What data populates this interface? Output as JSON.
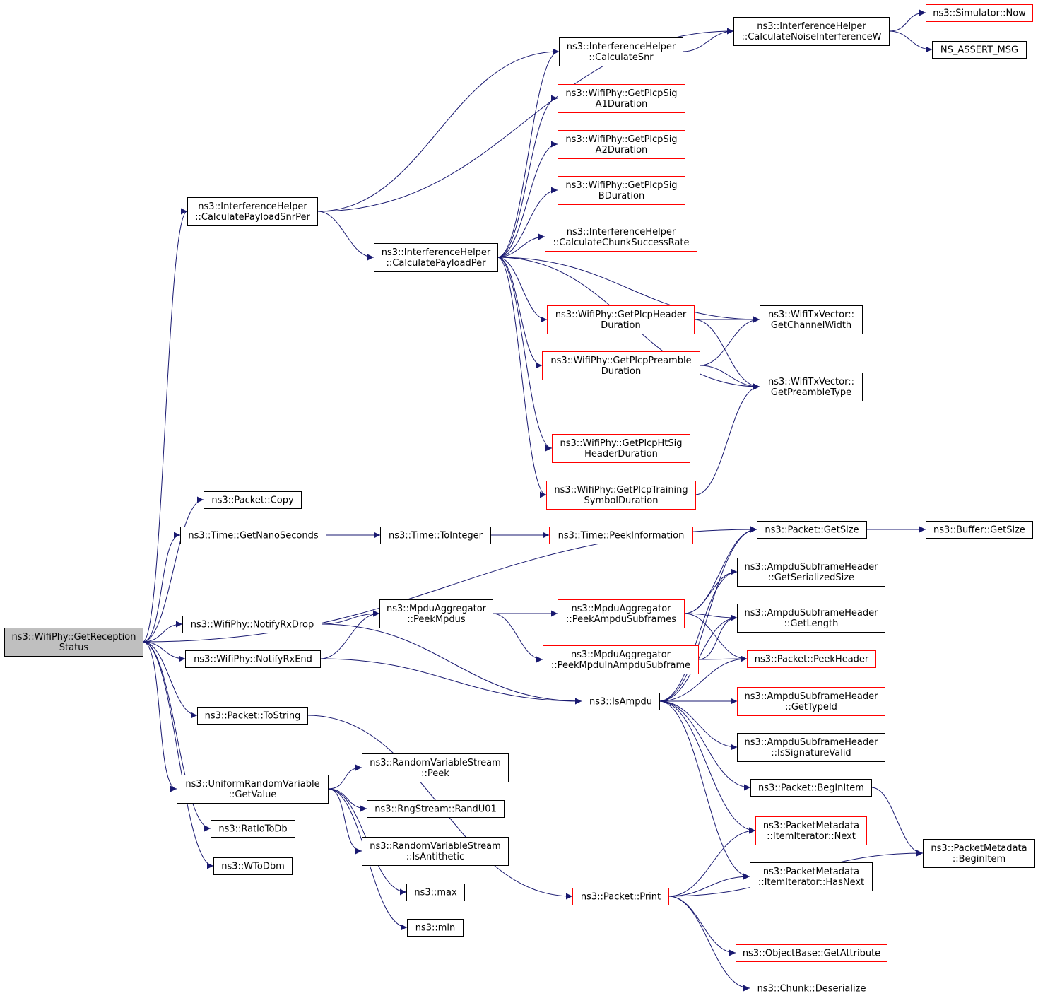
{
  "diagram": {
    "nodes": [
      {
        "id": "root",
        "lines": [
          "ns3::WifiPhy::GetReception",
          "Status"
        ],
        "border": "black",
        "root": true
      },
      {
        "id": "calcPayloadSnrPer",
        "lines": [
          "ns3::InterferenceHelper",
          "::CalculatePayloadSnrPer"
        ],
        "border": "black"
      },
      {
        "id": "calcSnr",
        "lines": [
          "ns3::InterferenceHelper",
          "::CalculateSnr"
        ],
        "border": "black"
      },
      {
        "id": "calcNoiseW",
        "lines": [
          "ns3::InterferenceHelper",
          "::CalculateNoiseInterferenceW"
        ],
        "border": "black"
      },
      {
        "id": "simNow",
        "lines": [
          "ns3::Simulator::Now"
        ],
        "border": "red"
      },
      {
        "id": "nsAssert",
        "lines": [
          "NS_ASSERT_MSG"
        ],
        "border": "black"
      },
      {
        "id": "sigA1",
        "lines": [
          "ns3::WifiPhy::GetPlcpSig",
          "A1Duration"
        ],
        "border": "red"
      },
      {
        "id": "sigA2",
        "lines": [
          "ns3::WifiPhy::GetPlcpSig",
          "A2Duration"
        ],
        "border": "red"
      },
      {
        "id": "sigB",
        "lines": [
          "ns3::WifiPhy::GetPlcpSig",
          "BDuration"
        ],
        "border": "red"
      },
      {
        "id": "chunkRate",
        "lines": [
          "ns3::InterferenceHelper",
          "::CalculateChunkSuccessRate"
        ],
        "border": "red"
      },
      {
        "id": "calcPayloadPer",
        "lines": [
          "ns3::InterferenceHelper",
          "::CalculatePayloadPer"
        ],
        "border": "black"
      },
      {
        "id": "plcpHeader",
        "lines": [
          "ns3::WifiPhy::GetPlcpHeader",
          "Duration"
        ],
        "border": "red"
      },
      {
        "id": "channelWidth",
        "lines": [
          "ns3::WifiTxVector::",
          "GetChannelWidth"
        ],
        "border": "black"
      },
      {
        "id": "plcpPreamble",
        "lines": [
          "ns3::WifiPhy::GetPlcpPreamble",
          "Duration"
        ],
        "border": "red"
      },
      {
        "id": "preambleType",
        "lines": [
          "ns3::WifiTxVector::",
          "GetPreambleType"
        ],
        "border": "black"
      },
      {
        "id": "plcpHtSig",
        "lines": [
          "ns3::WifiPhy::GetPlcpHtSig",
          "HeaderDuration"
        ],
        "border": "red"
      },
      {
        "id": "plcpTraining",
        "lines": [
          "ns3::WifiPhy::GetPlcpTraining",
          "SymbolDuration"
        ],
        "border": "red"
      },
      {
        "id": "packetCopy",
        "lines": [
          "ns3::Packet::Copy"
        ],
        "border": "black"
      },
      {
        "id": "getNanoSeconds",
        "lines": [
          "ns3::Time::GetNanoSeconds"
        ],
        "border": "black"
      },
      {
        "id": "toInteger",
        "lines": [
          "ns3::Time::ToInteger"
        ],
        "border": "black"
      },
      {
        "id": "peekInformation",
        "lines": [
          "ns3::Time::PeekInformation"
        ],
        "border": "red"
      },
      {
        "id": "packetGetSize",
        "lines": [
          "ns3::Packet::GetSize"
        ],
        "border": "black"
      },
      {
        "id": "bufferGetSize",
        "lines": [
          "ns3::Buffer::GetSize"
        ],
        "border": "black"
      },
      {
        "id": "serializedSize",
        "lines": [
          "ns3::AmpduSubframeHeader",
          "::GetSerializedSize"
        ],
        "border": "black"
      },
      {
        "id": "notifyRxDrop",
        "lines": [
          "ns3::WifiPhy::NotifyRxDrop"
        ],
        "border": "black"
      },
      {
        "id": "peekMpdus",
        "lines": [
          "ns3::MpduAggregator",
          "::PeekMpdus"
        ],
        "border": "black"
      },
      {
        "id": "peekAmpduSubframes",
        "lines": [
          "ns3::MpduAggregator",
          "::PeekAmpduSubframes"
        ],
        "border": "red"
      },
      {
        "id": "getLength",
        "lines": [
          "ns3::AmpduSubframeHeader",
          "::GetLength"
        ],
        "border": "black"
      },
      {
        "id": "notifyRxEnd",
        "lines": [
          "ns3::WifiPhy::NotifyRxEnd"
        ],
        "border": "black"
      },
      {
        "id": "peekMpduInAmpdu",
        "lines": [
          "ns3::MpduAggregator",
          "::PeekMpduInAmpduSubframe"
        ],
        "border": "red"
      },
      {
        "id": "peekHeader",
        "lines": [
          "ns3::Packet::PeekHeader"
        ],
        "border": "red"
      },
      {
        "id": "isAmpdu",
        "lines": [
          "ns3::IsAmpdu"
        ],
        "border": "black"
      },
      {
        "id": "getTypeId",
        "lines": [
          "ns3::AmpduSubframeHeader",
          "::GetTypeId"
        ],
        "border": "red"
      },
      {
        "id": "packetToString",
        "lines": [
          "ns3::Packet::ToString"
        ],
        "border": "black"
      },
      {
        "id": "sigValid",
        "lines": [
          "ns3::AmpduSubframeHeader",
          "::IsSignatureValid"
        ],
        "border": "black"
      },
      {
        "id": "rvsPeek",
        "lines": [
          "ns3::RandomVariableStream",
          "::Peek"
        ],
        "border": "black"
      },
      {
        "id": "uniformGetValue",
        "lines": [
          "ns3::UniformRandomVariable",
          "::GetValue"
        ],
        "border": "black"
      },
      {
        "id": "beginItem",
        "lines": [
          "ns3::Packet::BeginItem"
        ],
        "border": "black"
      },
      {
        "id": "randU01",
        "lines": [
          "ns3::RngStream::RandU01"
        ],
        "border": "black"
      },
      {
        "id": "ratioToDb",
        "lines": [
          "ns3::RatioToDb"
        ],
        "border": "black"
      },
      {
        "id": "itemNext",
        "lines": [
          "ns3::PacketMetadata",
          "::ItemIterator::Next"
        ],
        "border": "red"
      },
      {
        "id": "rvsAntithetic",
        "lines": [
          "ns3::RandomVariableStream",
          "::IsAntithetic"
        ],
        "border": "black"
      },
      {
        "id": "metaBeginItem",
        "lines": [
          "ns3::PacketMetadata",
          "::BeginItem"
        ],
        "border": "black"
      },
      {
        "id": "wToDbm",
        "lines": [
          "ns3::WToDbm"
        ],
        "border": "black"
      },
      {
        "id": "hasNext",
        "lines": [
          "ns3::PacketMetadata",
          "::ItemIterator::HasNext"
        ],
        "border": "black"
      },
      {
        "id": "nsMax",
        "lines": [
          "ns3::max"
        ],
        "border": "black"
      },
      {
        "id": "packetPrint",
        "lines": [
          "ns3::Packet::Print"
        ],
        "border": "red"
      },
      {
        "id": "nsMin",
        "lines": [
          "ns3::min"
        ],
        "border": "black"
      },
      {
        "id": "getAttribute",
        "lines": [
          "ns3::ObjectBase::GetAttribute"
        ],
        "border": "red"
      },
      {
        "id": "deserialize",
        "lines": [
          "ns3::Chunk::Deserialize"
        ],
        "border": "black"
      }
    ],
    "edges": [
      [
        "root",
        "calcPayloadSnrPer"
      ],
      [
        "root",
        "packetCopy"
      ],
      [
        "root",
        "getNanoSeconds"
      ],
      [
        "root",
        "packetGetSize"
      ],
      [
        "root",
        "notifyRxDrop"
      ],
      [
        "root",
        "notifyRxEnd"
      ],
      [
        "root",
        "packetToString"
      ],
      [
        "root",
        "uniformGetValue"
      ],
      [
        "root",
        "ratioToDb"
      ],
      [
        "root",
        "wToDbm"
      ],
      [
        "calcPayloadSnrPer",
        "calcSnr"
      ],
      [
        "calcPayloadSnrPer",
        "calcNoiseW"
      ],
      [
        "calcPayloadSnrPer",
        "calcPayloadPer"
      ],
      [
        "calcSnr",
        "calcNoiseW"
      ],
      [
        "calcNoiseW",
        "simNow"
      ],
      [
        "calcNoiseW",
        "nsAssert"
      ],
      [
        "calcPayloadPer",
        "calcSnr"
      ],
      [
        "calcPayloadPer",
        "sigA1"
      ],
      [
        "calcPayloadPer",
        "sigA2"
      ],
      [
        "calcPayloadPer",
        "sigB"
      ],
      [
        "calcPayloadPer",
        "chunkRate"
      ],
      [
        "calcPayloadPer",
        "channelWidth"
      ],
      [
        "calcPayloadPer",
        "plcpHeader"
      ],
      [
        "calcPayloadPer",
        "plcpPreamble"
      ],
      [
        "calcPayloadPer",
        "preambleType"
      ],
      [
        "calcPayloadPer",
        "plcpHtSig"
      ],
      [
        "calcPayloadPer",
        "plcpTraining"
      ],
      [
        "plcpHeader",
        "channelWidth"
      ],
      [
        "plcpHeader",
        "preambleType"
      ],
      [
        "plcpPreamble",
        "channelWidth"
      ],
      [
        "plcpPreamble",
        "preambleType"
      ],
      [
        "plcpTraining",
        "preambleType"
      ],
      [
        "getNanoSeconds",
        "toInteger"
      ],
      [
        "toInteger",
        "peekInformation"
      ],
      [
        "packetGetSize",
        "bufferGetSize"
      ],
      [
        "notifyRxDrop",
        "peekMpdus"
      ],
      [
        "notifyRxDrop",
        "isAmpdu"
      ],
      [
        "notifyRxEnd",
        "peekMpdus"
      ],
      [
        "notifyRxEnd",
        "isAmpdu"
      ],
      [
        "peekMpdus",
        "peekAmpduSubframes"
      ],
      [
        "peekMpdus",
        "peekMpduInAmpdu"
      ],
      [
        "peekAmpduSubframes",
        "packetGetSize"
      ],
      [
        "peekAmpduSubframes",
        "serializedSize"
      ],
      [
        "peekAmpduSubframes",
        "getLength"
      ],
      [
        "peekAmpduSubframes",
        "peekHeader"
      ],
      [
        "peekMpduInAmpdu",
        "getLength"
      ],
      [
        "peekMpduInAmpdu",
        "peekHeader"
      ],
      [
        "isAmpdu",
        "packetGetSize"
      ],
      [
        "isAmpdu",
        "serializedSize"
      ],
      [
        "isAmpdu",
        "getLength"
      ],
      [
        "isAmpdu",
        "peekHeader"
      ],
      [
        "isAmpdu",
        "getTypeId"
      ],
      [
        "isAmpdu",
        "sigValid"
      ],
      [
        "isAmpdu",
        "beginItem"
      ],
      [
        "isAmpdu",
        "itemNext"
      ],
      [
        "isAmpdu",
        "hasNext"
      ],
      [
        "beginItem",
        "metaBeginItem"
      ],
      [
        "packetToString",
        "packetPrint"
      ],
      [
        "uniformGetValue",
        "rvsPeek"
      ],
      [
        "uniformGetValue",
        "randU01"
      ],
      [
        "uniformGetValue",
        "rvsAntithetic"
      ],
      [
        "uniformGetValue",
        "nsMax"
      ],
      [
        "uniformGetValue",
        "nsMin"
      ],
      [
        "packetPrint",
        "itemNext"
      ],
      [
        "packetPrint",
        "hasNext"
      ],
      [
        "packetPrint",
        "metaBeginItem"
      ],
      [
        "packetPrint",
        "getAttribute"
      ],
      [
        "packetPrint",
        "deserialize"
      ]
    ]
  }
}
